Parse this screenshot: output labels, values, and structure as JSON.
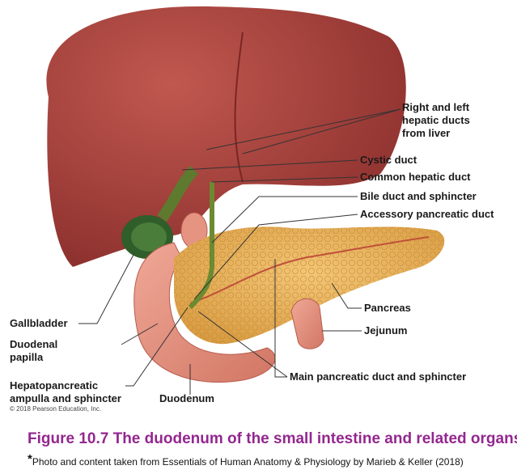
{
  "labels": {
    "hepatic_ducts": [
      "Right and left",
      "hepatic ducts",
      "from liver"
    ],
    "cystic_duct": "Cystic duct",
    "common_hepatic_duct": "Common hepatic duct",
    "bile_duct": "Bile duct and sphincter",
    "accessory_pancreatic_duct": "Accessory pancreatic duct",
    "pancreas": "Pancreas",
    "jejunum": "Jejunum",
    "main_pancreatic_duct": "Main pancreatic duct and sphincter",
    "gallbladder": "Gallbladder",
    "duodenal_papilla": [
      "Duodenal",
      "papilla"
    ],
    "hepatopancreatic": [
      "Hepatopancreatic",
      "ampulla and sphincter"
    ],
    "duodenum": "Duodenum"
  },
  "copyright": "© 2018 Pearson Education, Inc.",
  "caption": "Figure 10.7 The duodenum of the small intestine and related organs",
  "footnote_mark": "*",
  "footnote": "Photo and content taken from Essentials of Human Anatomy & Physiology by Marieb & Keller (2018)",
  "colors": {
    "caption": "#93278f",
    "liver": "#a5403d",
    "gallbladder": "#2f5e2a",
    "pancreas": "#e8b25c",
    "duodenum": "#e59482"
  }
}
